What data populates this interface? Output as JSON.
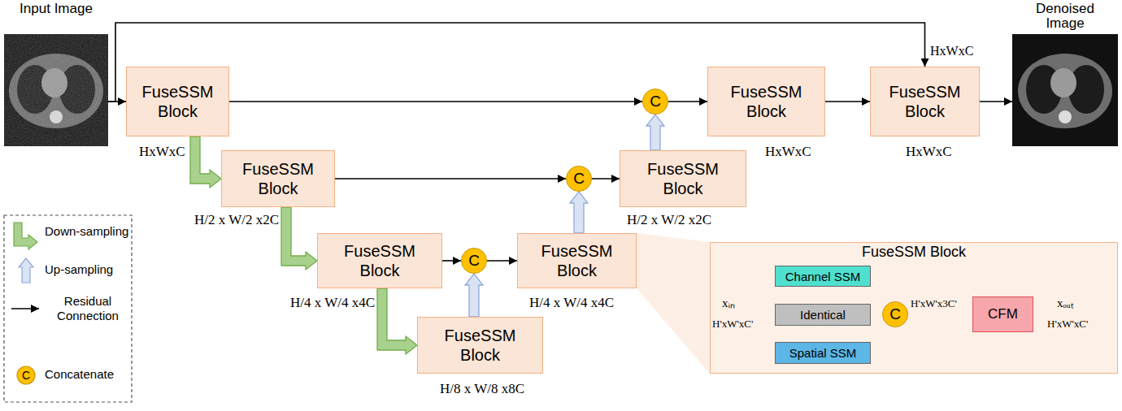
{
  "diagram": {
    "nodes": [
      {
        "text": [
          "Input Image"
        ]
      },
      {
        "text": [
          "FuseSSM Block",
          "HxWxC"
        ]
      },
      {
        "text": [
          "FuseSSM Block",
          "H/2 x W/2 x2C"
        ]
      },
      {
        "text": [
          "FuseSSM Block",
          "H/4 x W/4 x4C"
        ]
      },
      {
        "text": [
          "FuseSSM Block",
          "H/8 x W/8 x8C"
        ]
      },
      {
        "text": [
          "C"
        ]
      },
      {
        "text": [
          "FuseSSM Block",
          "H/4 x W/4 x4C"
        ]
      },
      {
        "text": [
          "C"
        ]
      },
      {
        "text": [
          "FuseSSM Block",
          "H/2 x W/2 x2C"
        ]
      },
      {
        "text": [
          "C"
        ]
      },
      {
        "text": [
          "FuseSSM Block",
          "HxWxC"
        ]
      },
      {
        "text": [
          "FuseSSM Block",
          "HxWxC"
        ]
      },
      {
        "text": [
          "Denoised Image"
        ]
      },
      {
        "text": [
          "FuseSSM Block"
        ]
      },
      {
        "text": [
          "Channel SSM"
        ],
        "in": 13
      },
      {
        "text": [
          "Identical"
        ],
        "in": 13
      },
      {
        "text": [
          "Spatial SSM"
        ],
        "in": 13
      },
      {
        "text": [
          "C"
        ],
        "in": 13
      },
      {
        "text": [
          "CFM"
        ],
        "in": 13
      }
    ],
    "edges": [
      {
        "from": 0,
        "to": 1,
        "arrow": "to"
      },
      {
        "from": 0,
        "to": 11,
        "arrow": "to",
        "label": "HxWxC"
      },
      {
        "from": 1,
        "to": 9,
        "arrow": "to"
      },
      {
        "from": 1,
        "to": 2,
        "arrow": "to"
      },
      {
        "from": 2,
        "to": 7,
        "arrow": "to"
      },
      {
        "from": 2,
        "to": 3,
        "arrow": "to"
      },
      {
        "from": 3,
        "to": 5,
        "arrow": "to"
      },
      {
        "from": 3,
        "to": 4,
        "arrow": "to"
      },
      {
        "from": 4,
        "to": 5,
        "arrow": "to"
      },
      {
        "from": 5,
        "to": 6,
        "arrow": "to"
      },
      {
        "from": 6,
        "to": 7,
        "arrow": "to"
      },
      {
        "from": 7,
        "to": 8,
        "arrow": "to"
      },
      {
        "from": 8,
        "to": 9,
        "arrow": "to"
      },
      {
        "from": 9,
        "to": 10,
        "arrow": "to"
      },
      {
        "from": 10,
        "to": 11,
        "arrow": "to"
      },
      {
        "from": 11,
        "to": 12,
        "arrow": "to"
      },
      {
        "from": 14,
        "to": 17,
        "arrow": "to"
      },
      {
        "from": 15,
        "to": 17,
        "arrow": "to"
      },
      {
        "from": 16,
        "to": 17,
        "arrow": "to"
      },
      {
        "from": 17,
        "to": 18,
        "arrow": "to",
        "label": "H'xW'x3C'"
      }
    ],
    "labels": [
      "xᵢₙ",
      "H'xW'xC'",
      "xₒᵤₜ",
      "H'xW'xC'",
      "C"
    ],
    "legend": [
      {
        "text": "Down-sampling"
      },
      {
        "text": "Up-sampling"
      },
      {
        "text": "Residual Connection"
      },
      {
        "text": "Concatenate"
      }
    ]
  }
}
